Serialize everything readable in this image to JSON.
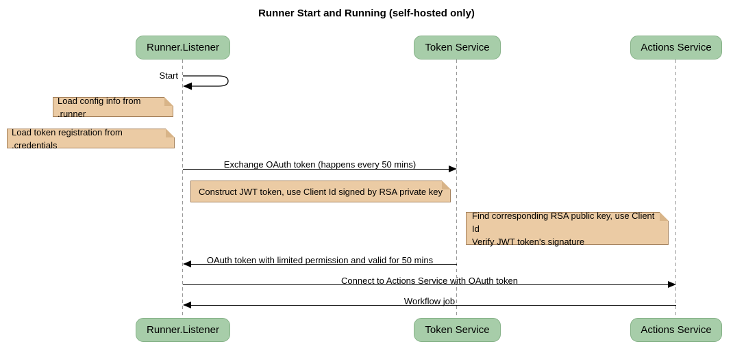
{
  "title": "Runner Start and Running (self-hosted only)",
  "participants": [
    {
      "name": "Runner.Listener"
    },
    {
      "name": "Token Service"
    },
    {
      "name": "Actions Service"
    }
  ],
  "messages": [
    {
      "label": "Start",
      "from": "Runner.Listener",
      "to": "Runner.Listener",
      "type": "self"
    },
    {
      "label": "Exchange OAuth token (happens every 50 mins)",
      "from": "Runner.Listener",
      "to": "Token Service",
      "type": "solid"
    },
    {
      "label": "OAuth token with limited permission and valid for 50 mins",
      "from": "Token Service",
      "to": "Runner.Listener",
      "type": "solid"
    },
    {
      "label": "Connect to Actions Service with OAuth token",
      "from": "Runner.Listener",
      "to": "Actions Service",
      "type": "solid"
    },
    {
      "label": "Workflow job",
      "from": "Actions Service",
      "to": "Runner.Listener",
      "type": "solid"
    }
  ],
  "notes": [
    {
      "text": "Load config info from .runner",
      "anchor": "Runner.Listener"
    },
    {
      "text": "Load token registration from .credentials",
      "anchor": "Runner.Listener"
    },
    {
      "text": "Construct JWT token, use Client Id signed by RSA private key",
      "anchor": "Token Service"
    },
    {
      "text": "Find corresponding RSA public key, use Client Id\nVerify JWT token's signature",
      "anchor": "Actions Service"
    }
  ],
  "colors": {
    "participant_fill": "#A7CDA9",
    "participant_border": "#86B288",
    "note_fill": "#EBCBA4",
    "note_border": "#A5815B",
    "lifeline": "#999999",
    "arrow": "#000000"
  }
}
